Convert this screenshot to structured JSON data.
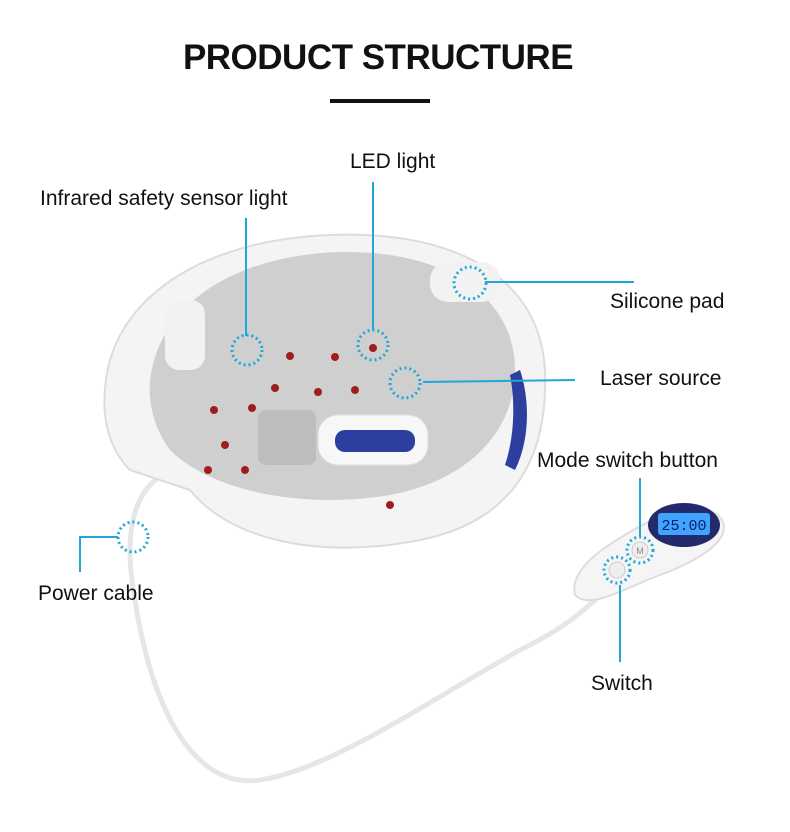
{
  "title": "PRODUCT STRUCTURE",
  "callouts": {
    "led_light": "LED light",
    "infrared_sensor": "Infrared safety sensor light",
    "silicone_pad": "Silicone pad",
    "laser_source": "Laser source",
    "mode_switch": "Mode switch button",
    "switch": "Switch",
    "power_cable": "Power cable"
  },
  "controller": {
    "display": "25:00",
    "mode_button": "M"
  },
  "colors": {
    "accent": "#1fa8d6",
    "text": "#111111",
    "helmet_inner": "#cfcfcf",
    "display_blue": "#3fa4ff"
  }
}
